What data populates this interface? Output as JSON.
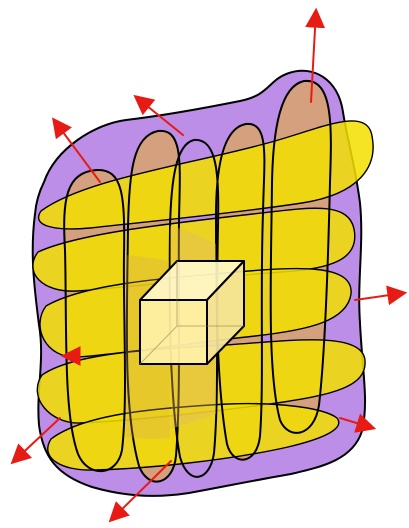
{
  "diagram": {
    "colors": {
      "blob_fill": "#bd8ee8",
      "yellow_band": "#f2e000",
      "vertical_band": "#d9a36a",
      "cube_front": "#fff1a8",
      "cube_top": "#fff7c8",
      "cube_side": "#f5e59a",
      "arrow": "#e81b14",
      "outline": "#000000"
    },
    "elements": [
      {
        "name": "purple-blob",
        "kind": "surface"
      },
      {
        "name": "horizontal-yellow-bands",
        "count": 5
      },
      {
        "name": "vertical-tan-bands",
        "count": 5
      },
      {
        "name": "center-cube"
      },
      {
        "name": "normal-arrows",
        "count": 8,
        "icon": "arrow-icon"
      }
    ]
  }
}
